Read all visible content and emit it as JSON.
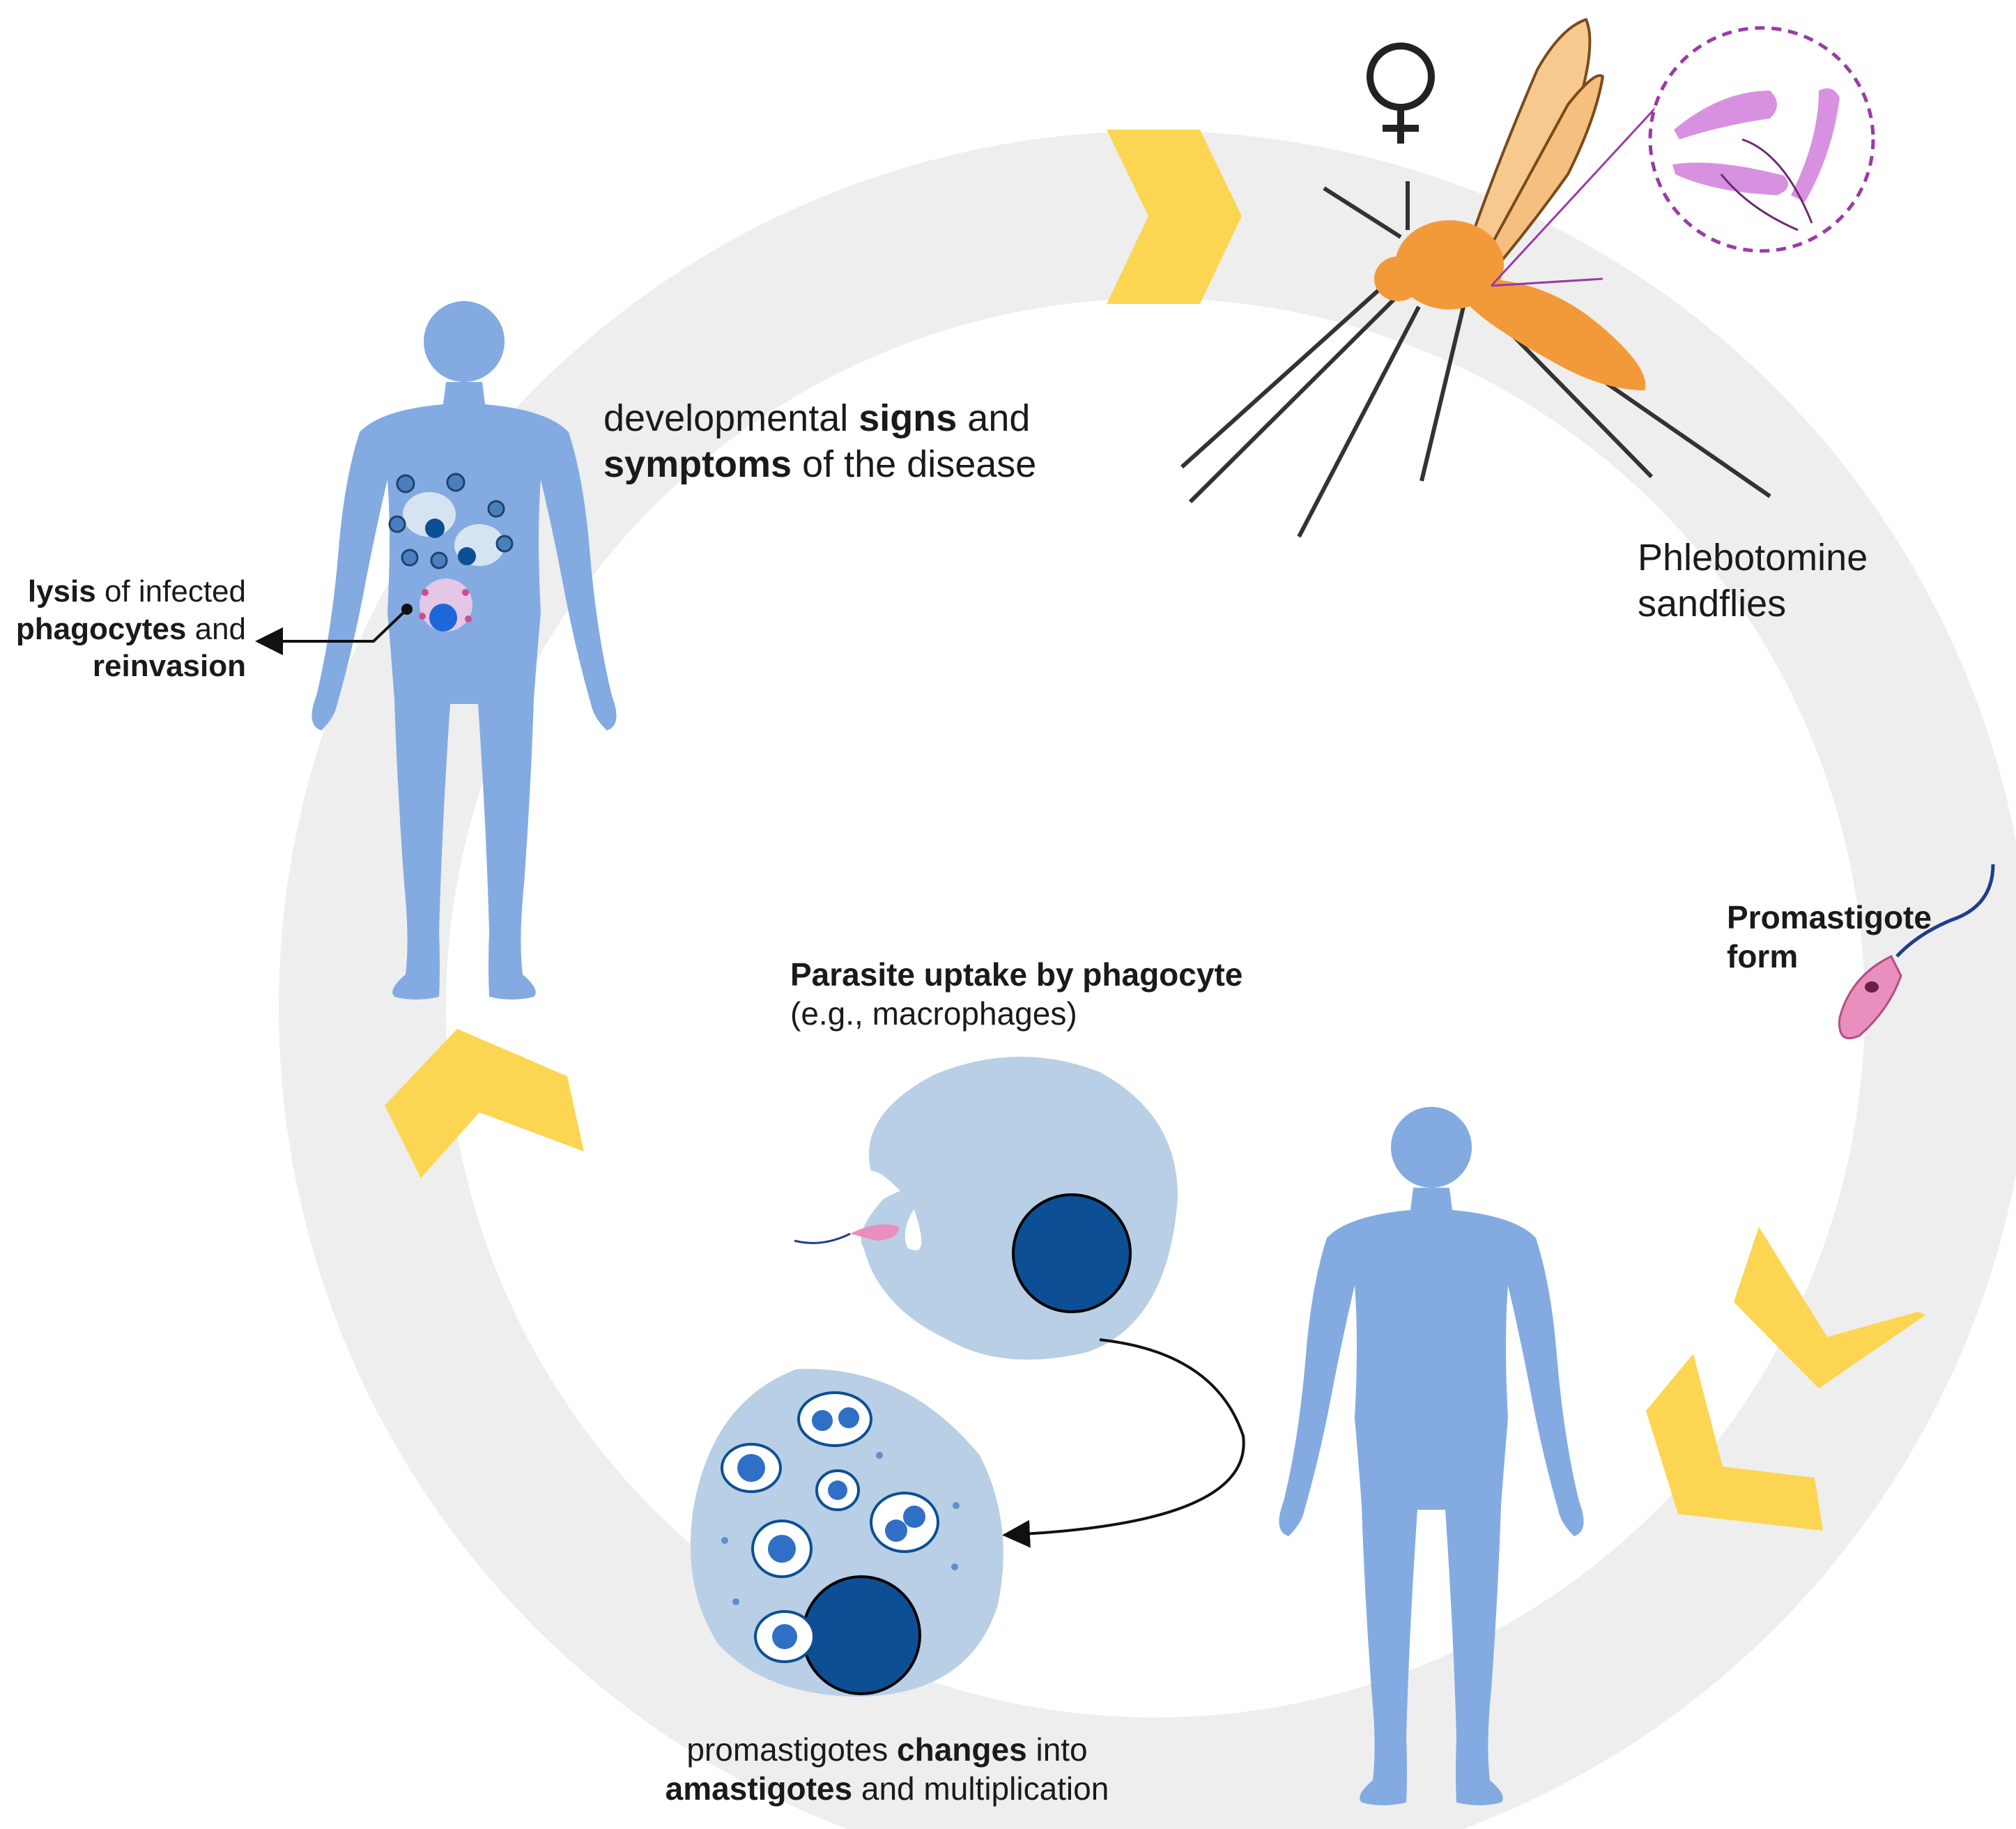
{
  "colors": {
    "cycle_ring": "#eeeeee",
    "arrow_chevron": "#fcd653",
    "human": "#83abe2",
    "sandfly": "#f29a3a",
    "phagocyte": "#b8cfe6",
    "nucleus": "#0c4f94",
    "promastigote": "#e88fbd",
    "parasite_circle": "#9b3aa6"
  },
  "icons": {
    "female_symbol": "♀",
    "sandfly": "sandfly-icon",
    "human": "human-silhouette-icon"
  },
  "labels": {
    "lysis": {
      "p1_bold": "lysis",
      "p1_rest": " of infected",
      "p2_bold": "phagocytes",
      "p2_rest": " and",
      "p3_bold": "reinvasion"
    },
    "signs": {
      "p1_pre": "developmental ",
      "p1_bold": "signs",
      "p1_post": " and",
      "p2_bold": "symptoms",
      "p2_post": " of the disease"
    },
    "sandfly": {
      "line1": "Phlebotomine",
      "line2": "sandflies"
    },
    "promastigote": {
      "line1": "Promastigote",
      "line2": "form"
    },
    "uptake": {
      "title": "Parasite uptake by phagocyte",
      "subtitle": "(e.g., macrophages)"
    },
    "change": {
      "p1_pre": "promastigotes ",
      "p1_bold": "changes",
      "p1_post": " into",
      "p2_bold": "amastigotes",
      "p2_post": " and multiplication"
    }
  }
}
